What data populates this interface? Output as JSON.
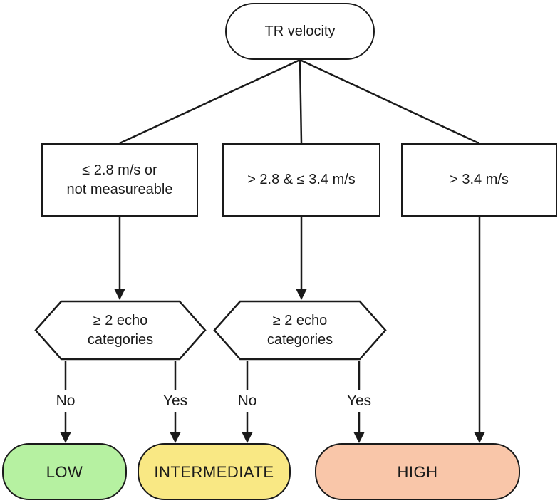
{
  "diagram": {
    "root": {
      "label": "TR velocity"
    },
    "velocity_branches": [
      {
        "id": "cond-low",
        "label": "≤ 2.8 m/s or\nnot measureable"
      },
      {
        "id": "cond-mid",
        "label": "> 2.8 & ≤ 3.4 m/s"
      },
      {
        "id": "cond-high",
        "label": "> 3.4 m/s"
      }
    ],
    "decisions": [
      {
        "id": "echo1",
        "label": "≥ 2 echo\ncategories"
      },
      {
        "id": "echo2",
        "label": "≥ 2 echo\ncategories"
      }
    ],
    "edge_labels": {
      "echo1_no": "No",
      "echo1_yes": "Yes",
      "echo2_no": "No",
      "echo2_yes": "Yes"
    },
    "outcomes": [
      {
        "id": "low",
        "label": "LOW",
        "color": "#b6f1a1"
      },
      {
        "id": "intermediate",
        "label": "INTERMEDIATE",
        "color": "#f9e884"
      },
      {
        "id": "high",
        "label": "HIGH",
        "color": "#f9c6a9"
      }
    ],
    "colors": {
      "stroke": "#1a1a1a",
      "background": "#ffffff"
    }
  }
}
